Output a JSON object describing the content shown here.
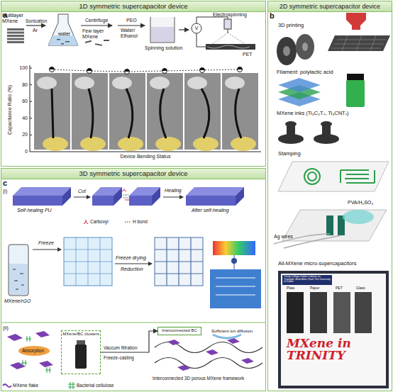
{
  "diagram": {
    "nodes": [
      {
        "text": [
          "1D symmetric supercapacitor device"
        ]
      },
      {
        "text": [
          "2D symmetric supercapacitor device"
        ]
      },
      {
        "text": [
          "3D symmetric supercapacitor device"
        ]
      },
      {
        "text": [
          "MXene/BC clusters"
        ],
        "in": 2
      },
      {
        "text": [
          "Interconnected BC"
        ],
        "in": 2
      }
    ],
    "edges": [
      {
        "from": 3,
        "to": 4,
        "label": "Vaccum filtration",
        "arrow": "to"
      }
    ],
    "labels": [
      "a",
      "Multilayer MXene",
      "Sonication",
      "Ar",
      "water",
      "Few layer MXene",
      "Centrifuge",
      "PEO",
      "Water/ Ethanol",
      "Spinning solution",
      "Electrospinning",
      "V",
      "PET",
      "Capacitance Ratio (%)",
      "100",
      "80",
      "60",
      "40",
      "20",
      "0",
      "Device Bending Status",
      "b",
      "3D printing",
      "Filament: polylactic acid",
      "MXene inks (Ti₃C₂Tₓ, Ti₃CNTₓ)",
      "Stamping",
      "PVA/H₂SO₄",
      "Ag wires",
      "All-MXene micro-supercapacitors",
      "Trinity College Dublin Coláiste na Tríonóide, Baile Átha Cliath The University of Dublin",
      "Plate",
      "Paper",
      "PET",
      "Glass",
      "MXene in TRINITY",
      "c",
      "(i)",
      "Self-healing PU",
      "Cut",
      "Healing",
      "Carboxyl",
      "H bond",
      "After self-healing",
      "MXene/rGO",
      "Freeze",
      "Freeze drying",
      "Reduction",
      "(ii)",
      "Absorption",
      "Freeze-casting",
      "Sufficient ion diffusion",
      "Interconnected 3D porous MXene framework"
    ],
    "legend": [
      {
        "text": "MXene flake"
      },
      {
        "text": "Bacterial cellulose"
      }
    ]
  }
}
